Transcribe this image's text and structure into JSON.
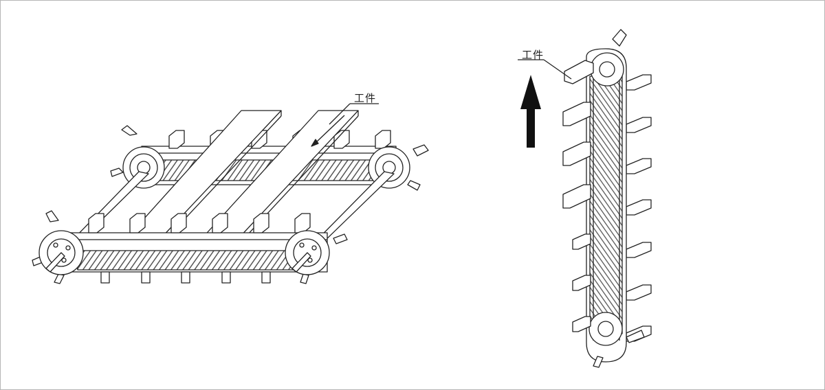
{
  "labels": {
    "workpiece_horizontal": "工件",
    "workpiece_vertical": "工件"
  },
  "colors": {
    "line": "#222222",
    "belt_hatch": "#5a5a5a",
    "fill": "#ffffff",
    "shade": "#dcdcdc",
    "arrow": "#111111"
  },
  "icons": {
    "arrow": "up-arrow"
  }
}
